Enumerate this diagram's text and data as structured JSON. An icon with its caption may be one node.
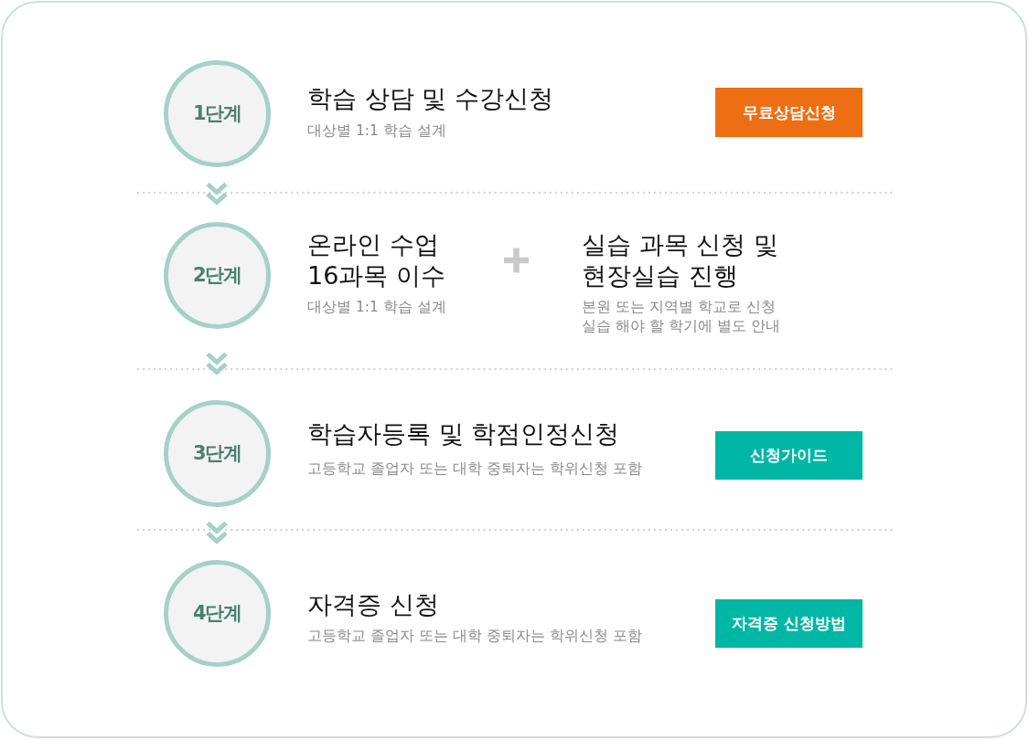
{
  "diagram": {
    "nodes": [
      {
        "text": [
          "1단계"
        ]
      },
      {
        "text": [
          "무료상담신청"
        ]
      },
      {
        "text": [
          "2단계"
        ]
      },
      {
        "text": [
          "3단계"
        ]
      },
      {
        "text": [
          "신청가이드"
        ]
      },
      {
        "text": [
          "4단계"
        ]
      },
      {
        "text": [
          "자격증 신청방법"
        ]
      }
    ],
    "edges": [
      {
        "from": 0,
        "to": 2,
        "arrow": "to"
      },
      {
        "from": 2,
        "to": 3,
        "arrow": "to"
      },
      {
        "from": 3,
        "to": 5,
        "arrow": "to"
      }
    ],
    "labels": [
      "학습 상담 및 수강신청",
      "대상별 1:1 학습 설계",
      "온라인 수업 16과목 이수",
      "대상별 1:1 학습 설계",
      "실습 과목 신청 및 현장실습 진행",
      "본원 또는 지역별 학교로 신청 실습 해야 할 학기에 별도 안내",
      "학습자등록 및 학점인정신청",
      "고등학교 졸업자 또는 대학 중퇴자는 학위신청 포함",
      "자격증 신청",
      "고등학교 졸업자 또는 대학 중퇴자는 학위신청 포함"
    ]
  }
}
